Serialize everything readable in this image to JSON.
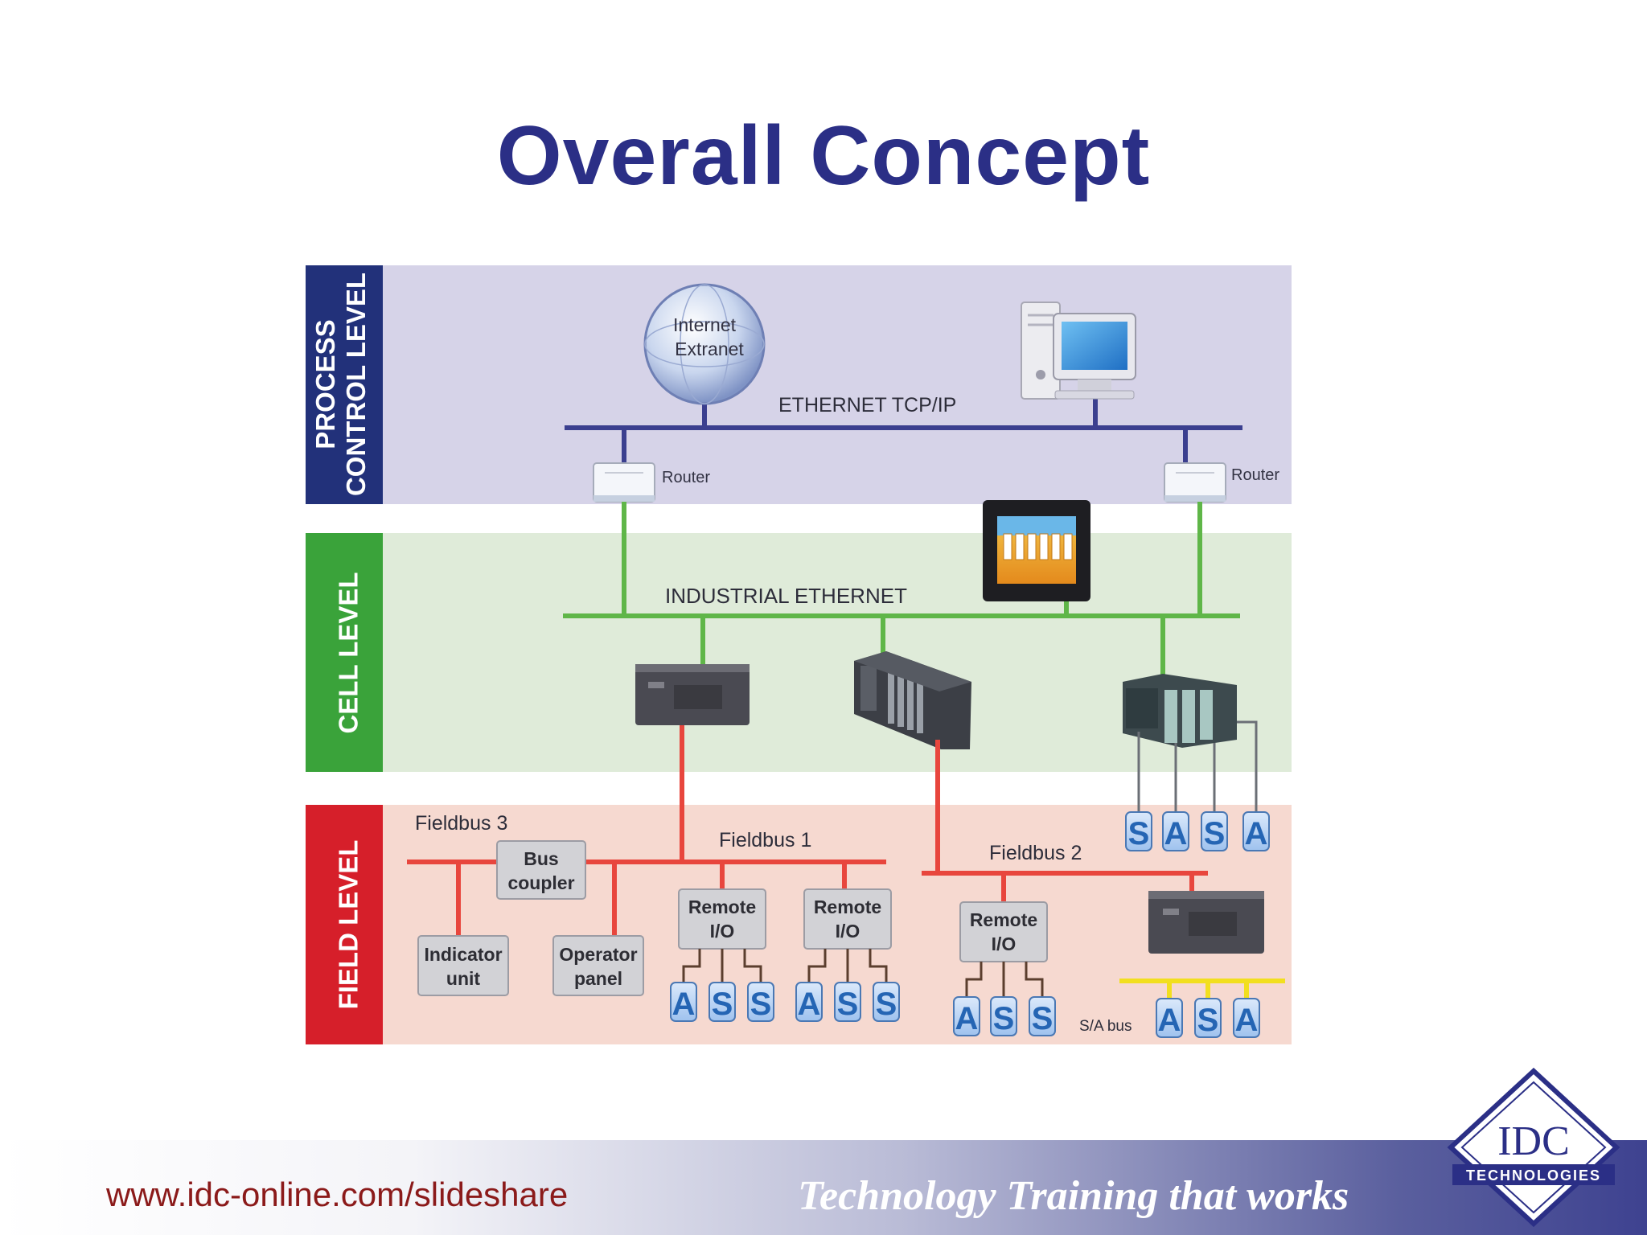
{
  "slide": {
    "title": "Overall Concept",
    "footer_url": "www.idc-online.com/slideshare",
    "footer_tagline": "Technology Training that works"
  },
  "logo": {
    "name": "IDC",
    "subtitle": "TECHNOLOGIES"
  },
  "levels": {
    "process": [
      "PROCESS",
      "CONTROL LEVEL"
    ],
    "cell": "CELL LEVEL",
    "field": "FIELD LEVEL"
  },
  "networks": {
    "ethernet": "ETHERNET TCP/IP",
    "industrial": "INDUSTRIAL ETHERNET",
    "fieldbus1": "Fieldbus 1",
    "fieldbus2": "Fieldbus 2",
    "fieldbus3": "Fieldbus 3",
    "sa_bus": "S/A bus"
  },
  "globe": [
    "Internet",
    "Extranet"
  ],
  "router_label": "Router",
  "boxes": {
    "bus_coupler": [
      "Bus",
      "coupler"
    ],
    "indicator": [
      "Indicator",
      "unit"
    ],
    "operator": [
      "Operator",
      "panel"
    ],
    "remote_io": [
      "Remote",
      "I/O"
    ]
  },
  "io_groups": {
    "cell_right": [
      "S",
      "A",
      "S",
      "A"
    ],
    "remote1": [
      "A",
      "S",
      "S"
    ],
    "remote2": [
      "A",
      "S",
      "S"
    ],
    "remote3": [
      "A",
      "S",
      "S"
    ],
    "sa_bus": [
      "A",
      "S",
      "A"
    ]
  },
  "colors": {
    "title": "#2b2f86",
    "process_band": "#d6d3e8",
    "cell_band": "#dfebd9",
    "field_band": "#f6d9d0",
    "process_tab": "#22317a",
    "cell_tab": "#3aa33a",
    "field_tab": "#d61f2a",
    "ethernet_line": "#3b3f8f",
    "industrial_line": "#5fb648",
    "fieldbus_line": "#e8463d",
    "sa_bus_line": "#f2df1e"
  }
}
